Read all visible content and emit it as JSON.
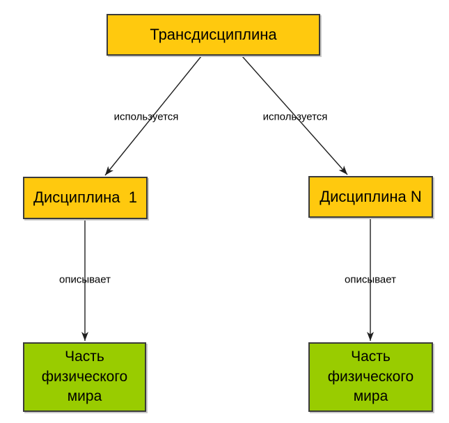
{
  "diagram": {
    "nodes": {
      "transdiscipline": {
        "label": "Трансдисциплина",
        "fill": "#FFC90E",
        "shape": "rect"
      },
      "discipline1": {
        "label": "Дисциплина  1",
        "fill": "#FFC90E",
        "shape": "rect"
      },
      "disciplineN": {
        "label": "Дисциплина N",
        "fill": "#FFC90E",
        "shape": "rect"
      },
      "world_left": {
        "label": "Часть физического мира",
        "fill": "#99CC00",
        "shape": "rect"
      },
      "world_right": {
        "label": "Часть физического мира",
        "fill": "#99CC00",
        "shape": "rect"
      }
    },
    "edges": {
      "uses_left": {
        "label": "используется",
        "from": "transdiscipline",
        "to": "discipline1"
      },
      "uses_right": {
        "label": "используется",
        "from": "transdiscipline",
        "to": "disciplineN"
      },
      "describes_left": {
        "label": "описывает",
        "from": "discipline1",
        "to": "world_left"
      },
      "describes_right": {
        "label": "описывает",
        "from": "disciplineN",
        "to": "world_right"
      }
    },
    "colors": {
      "node_yellow": "#FFC90E",
      "node_green": "#99CC00",
      "node_border": "#3a3a3a",
      "node_shadow": "#c9c9c9",
      "arrow_line": "#1f1f1f",
      "label_text": "#000000",
      "background": "#ffffff"
    }
  }
}
